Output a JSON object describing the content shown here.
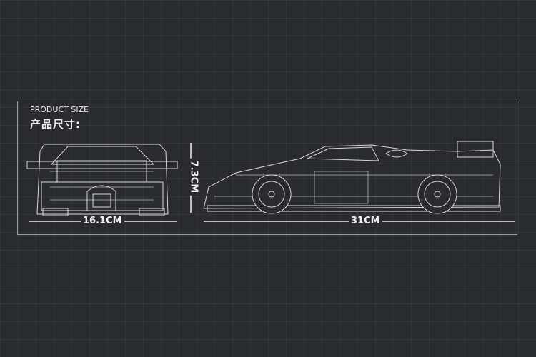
{
  "header": {
    "title_en": "PRODUCT SIZE",
    "title_cn": "产品尺寸:"
  },
  "dimensions": {
    "width": "16.1CM",
    "height": "7.3CM",
    "length": "31CM"
  }
}
